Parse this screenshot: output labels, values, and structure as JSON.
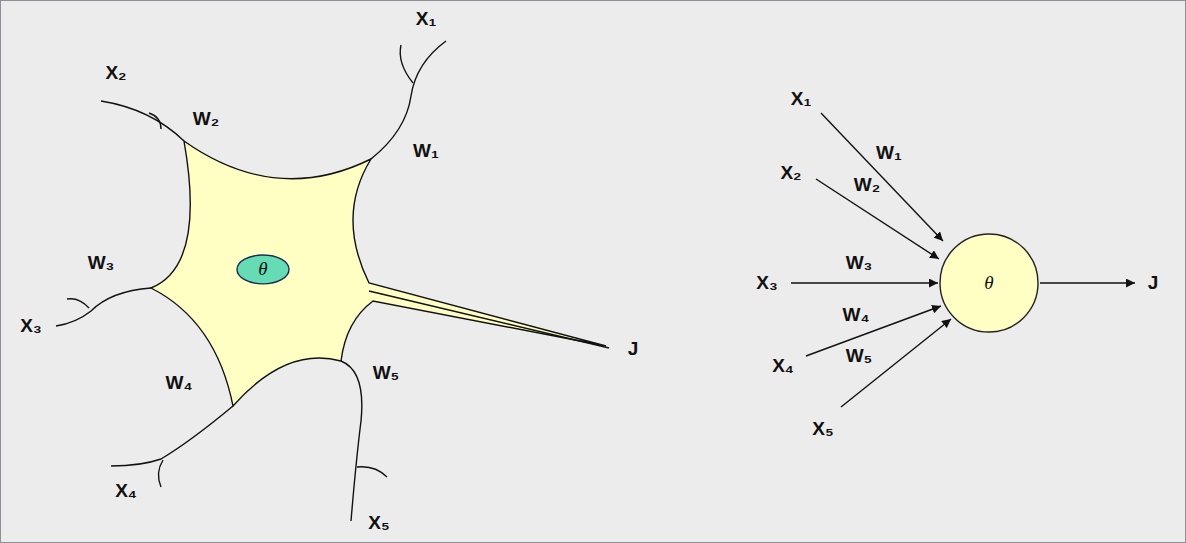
{
  "diagram": {
    "nodes": [
      {
        "text": [
          "θ"
        ]
      },
      {
        "text": [
          "θ"
        ]
      }
    ],
    "labels": [
      "X₁",
      "X₂",
      "W₂",
      "W₁",
      "W₃",
      "X₃",
      "W₄",
      "W₅",
      "X₄",
      "X₅",
      "J",
      "X₁",
      "W₁",
      "X₂",
      "W₂",
      "X₃",
      "W₃",
      "W₄",
      "X₄",
      "W₅",
      "X₅",
      "J"
    ]
  }
}
